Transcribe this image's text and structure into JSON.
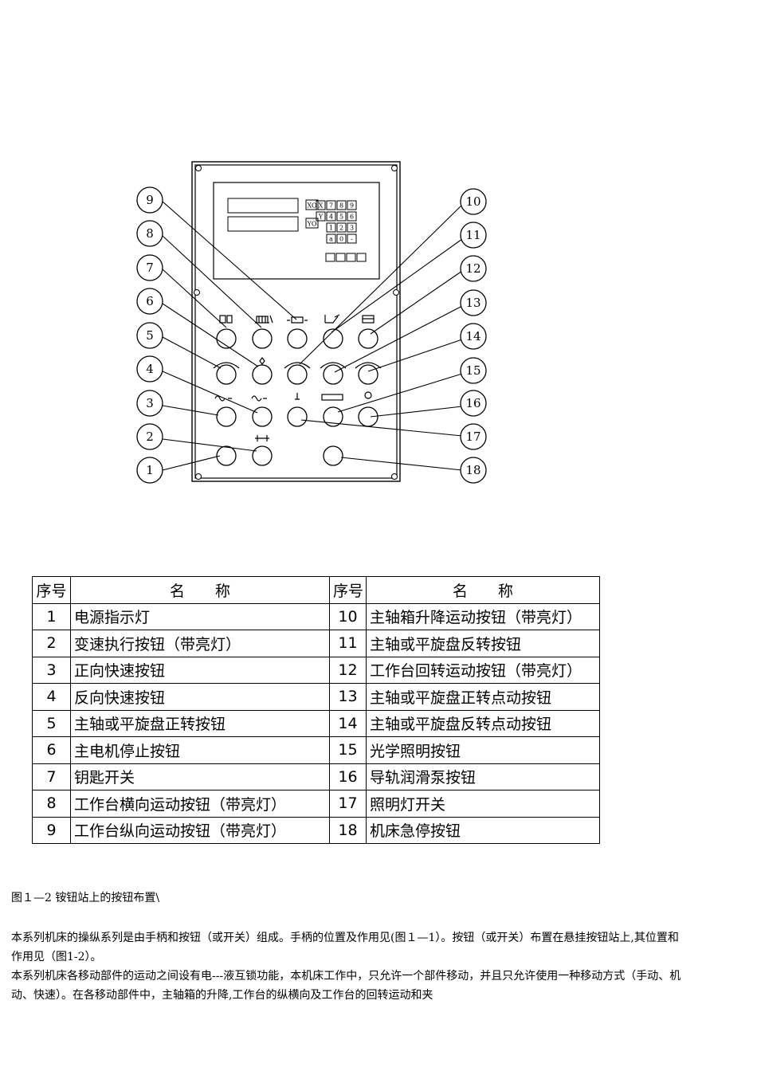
{
  "diagram": {
    "display_labels": [
      "XO",
      "YO"
    ],
    "keypad_keys": [
      "X",
      "7",
      "8",
      "9",
      "Y",
      "4",
      "5",
      "6",
      "1",
      "2",
      "3",
      "a",
      "0",
      "-"
    ],
    "callouts": [
      "1",
      "2",
      "3",
      "4",
      "5",
      "6",
      "7",
      "8",
      "9",
      "10",
      "11",
      "12",
      "13",
      "14",
      "15",
      "16",
      "17",
      "18"
    ]
  },
  "table": {
    "headers": [
      "序号",
      "名　　称",
      "序号",
      "名　　称"
    ],
    "rows": [
      [
        "1",
        "电源指示灯",
        "10",
        "主轴箱升降运动按钮（带亮灯）"
      ],
      [
        "2",
        "变速执行按钮（带亮灯）",
        "11",
        "主轴或平旋盘反转按钮"
      ],
      [
        "3",
        "正向快速按钮",
        "12",
        "工作台回转运动按钮（带亮灯）"
      ],
      [
        "4",
        "反向快速按钮",
        "13",
        "主轴或平旋盘正转点动按钮"
      ],
      [
        "5",
        "主轴或平旋盘正转按钮",
        "14",
        "主轴或平旋盘反转点动按钮"
      ],
      [
        "6",
        "主电机停止按钮",
        "15",
        "光学照明按钮"
      ],
      [
        "7",
        "钥匙开关",
        "16",
        "导轨润滑泵按钮"
      ],
      [
        "8",
        "工作台横向运动按钮（带亮灯）",
        "17",
        "照明灯开关"
      ],
      [
        "9",
        "工作台纵向运动按钮（带亮灯）",
        "18",
        "机床急停按钮"
      ]
    ]
  },
  "caption": "图１—2  铵钮站上的按钮布置\\",
  "paragraphs": [
    "本系列机床的操纵系列是由手柄和按钮（或开关）组成。手柄的位置及作用见(图１—1）。按钮（或开关）布置在悬挂按钮站上,其位置和作用见（图1-2）。",
    "本系列机床各移动部件的运动之间设有电---液互锁功能，本机床工作中，只允许一个部件移动，并且只允许使用一种移动方式（手动、机动、快速）。在各移动部件中，主轴箱的升降,工作台的纵横向及工作台的回转运动和夹"
  ]
}
